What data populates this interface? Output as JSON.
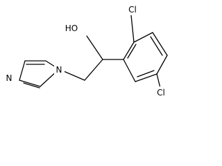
{
  "molecule": {
    "atoms": {
      "hydroxyl": "HO",
      "chlorine_top": "Cl",
      "chlorine_bottom": "Cl",
      "imidazole_n1": "N",
      "imidazole_n3": "N"
    }
  },
  "colors": {
    "bond": "#000000",
    "background": "#ffffff"
  }
}
